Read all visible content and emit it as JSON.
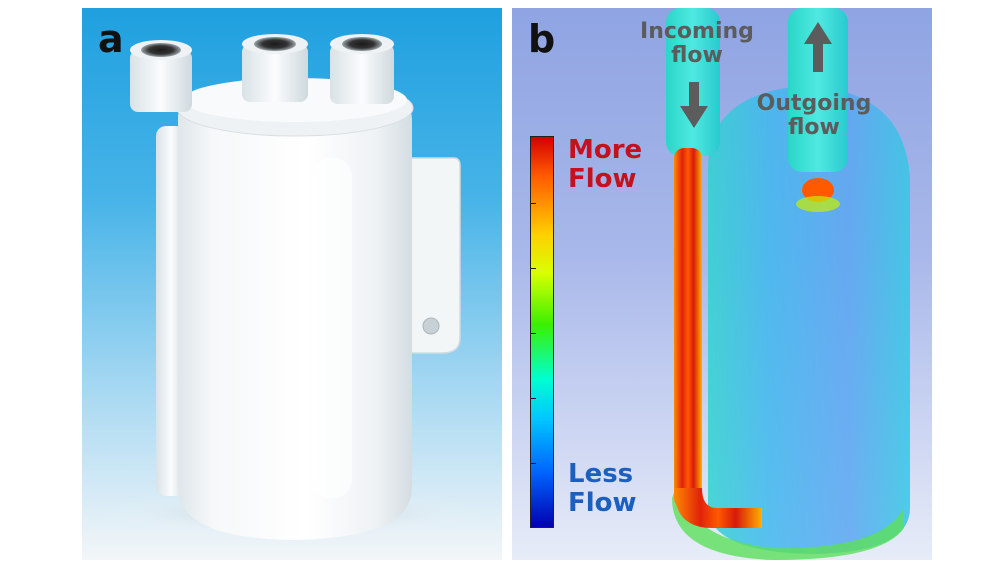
{
  "panels": {
    "a": {
      "letter": "a"
    },
    "b": {
      "letter": "b",
      "incoming_label": "Incoming\nflow",
      "outgoing_label": "Outgoing\nflow",
      "legend_more": "More\nFlow",
      "legend_less": "Less\nFlow"
    }
  },
  "colors": {
    "panel_a_background": "#1fa0df",
    "panel_b_background": "#8fa4e3",
    "more_flow_text": "#c3121e",
    "less_flow_text": "#1c5fbf",
    "arrow": "#5c5c5c"
  }
}
